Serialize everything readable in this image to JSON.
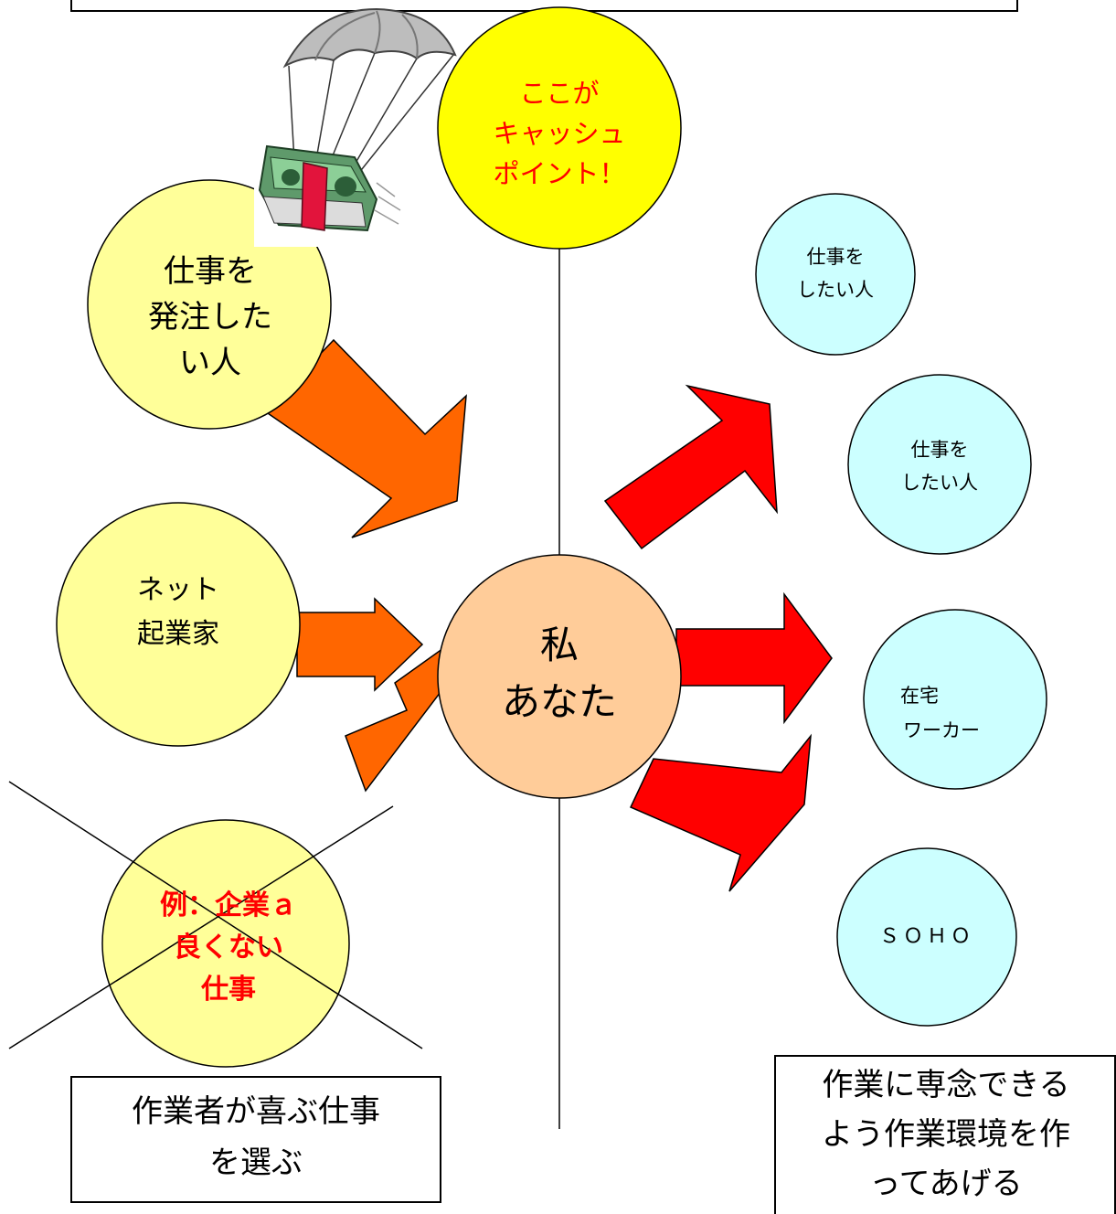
{
  "center": {
    "line1": "私",
    "line2": "あなた"
  },
  "cash_point": {
    "line1": "ここが",
    "line2": "キャッシュ",
    "line3": "ポイント！"
  },
  "sources": {
    "orderer": {
      "line1": "仕事を",
      "line2": "発注した",
      "line3": "い人"
    },
    "net_entrepreneur": {
      "line1": "ネット",
      "line2": "起業家"
    },
    "bad_example": {
      "line1": "例：企業ａ",
      "line2": "良くない",
      "line3": "仕事"
    }
  },
  "targets": {
    "worker1": {
      "line1": "仕事を",
      "line2": "したい人"
    },
    "worker2": {
      "line1": "仕事を",
      "line2": "したい人"
    },
    "home_worker": {
      "line1": "在宅",
      "line2": "ワーカー"
    },
    "soho": {
      "label": "ＳＯＨＯ"
    }
  },
  "notes": {
    "left": {
      "line1": "作業者が喜ぶ仕事",
      "line2": "を選ぶ"
    },
    "right": {
      "line1": "作業に専念できる",
      "line2": "よう作業環境を作",
      "line3": "ってあげる"
    }
  },
  "icons": {
    "parachute": "parachute-money-icon"
  },
  "colors": {
    "center_fill": "#FFCC99",
    "source_fill": "#FFFF99",
    "cash_fill": "#FFFF00",
    "target_fill": "#CCFFFF",
    "orange_arrow": "#FF6600",
    "red_arrow": "#FF0000",
    "highlight_text": "#FF0000"
  }
}
